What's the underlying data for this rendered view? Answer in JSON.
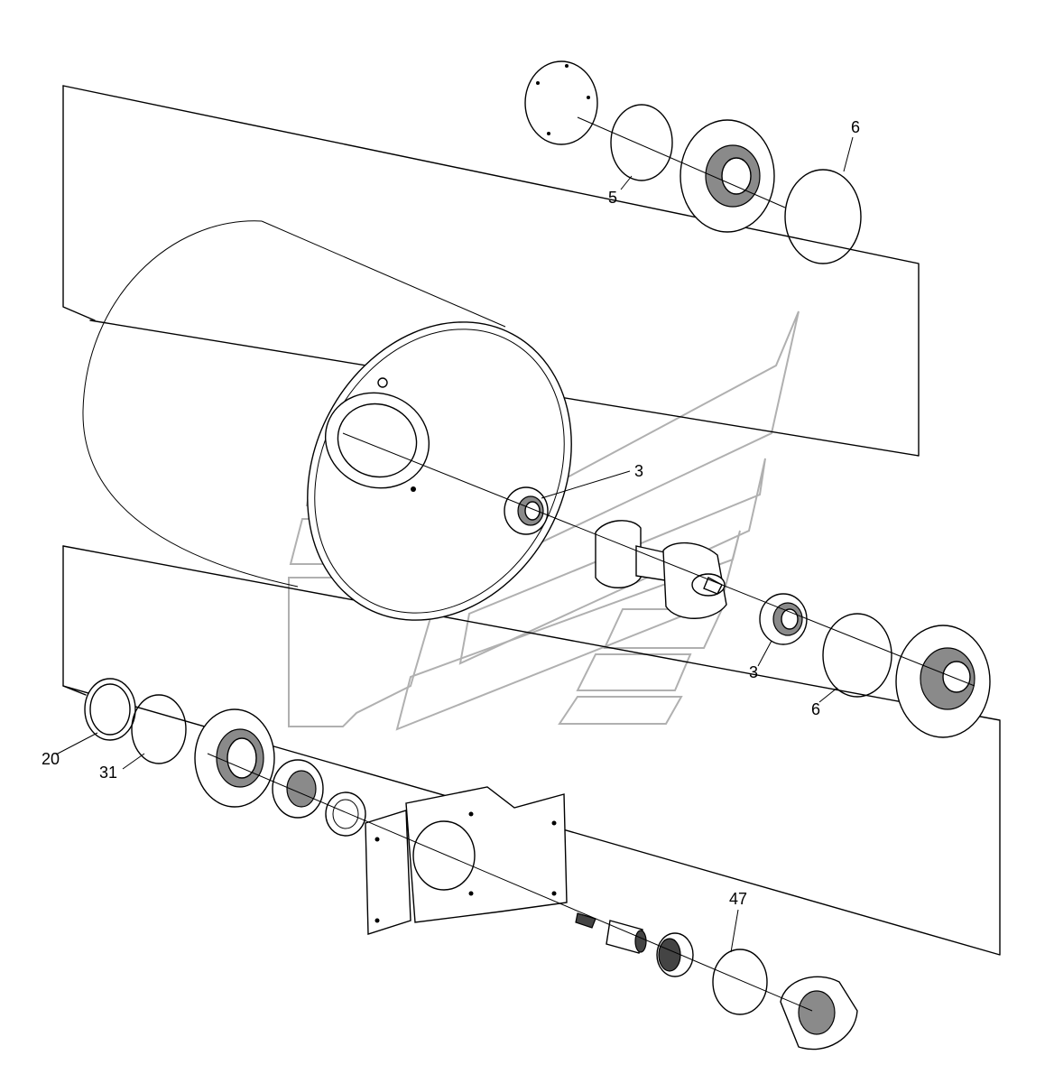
{
  "diagram": {
    "callouts": [
      "6",
      "5",
      "3",
      "3",
      "6",
      "20",
      "31",
      "47"
    ]
  }
}
